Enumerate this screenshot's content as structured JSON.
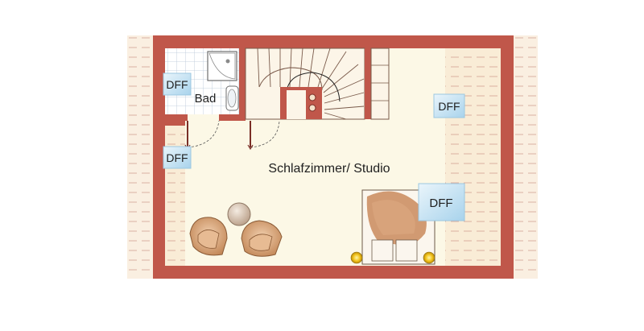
{
  "rooms": {
    "main": "Schlafzimmer/ Studio",
    "bath": "Bad"
  },
  "skylights": [
    {
      "id": "bath",
      "label": "DFF"
    },
    {
      "id": "left-wall",
      "label": "DFF"
    },
    {
      "id": "right-upper",
      "label": "DFF"
    },
    {
      "id": "bed",
      "label": "DFF"
    }
  ],
  "colors": {
    "wall": "#c0574a",
    "wall_dark": "#9c3f35",
    "floor": "#fcf8e6",
    "roof_slope": "#f5e2c8",
    "skylight": "#c9e4f3",
    "furniture_tan": "#d8a27a",
    "lamp": "#f2c21a"
  }
}
